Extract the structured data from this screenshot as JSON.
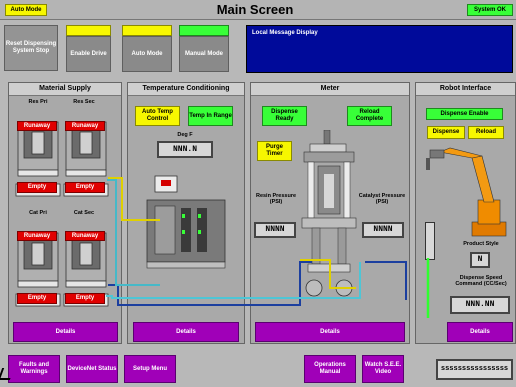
{
  "header": {
    "title": "Main Screen",
    "auto_mode_badge": "Auto Mode",
    "status_badge": "System OK"
  },
  "top_controls": {
    "reset": "Reset Dispensing System Stop",
    "enable_drive": "Enable Drive",
    "auto_mode": "Auto Mode",
    "manual_mode": "Manual Mode",
    "message_label": "Local Message Display"
  },
  "material_supply": {
    "title": "Material Supply",
    "res_pri": "Res Pri",
    "res_sec": "Res Sec",
    "cat_pri": "Cat Pri",
    "cat_sec": "Cat Sec",
    "runaway": "Runaway",
    "empty": "Empty",
    "details": "Details"
  },
  "temperature": {
    "title": "Temperature Conditioning",
    "auto_temp": "Auto Temp Control",
    "temp_range": "Temp In Range",
    "deg_label": "Deg F",
    "deg_value": "NNN.N",
    "details": "Details"
  },
  "meter": {
    "title": "Meter",
    "dispense_ready": "Dispense Ready",
    "reload_complete": "Reload Complete",
    "purge_timer": "Purge Timer",
    "resin_pressure": "Resin Pressure (PSI)",
    "catalyst_pressure": "Catalyst Pressure (PSI)",
    "resin_value": "NNNN",
    "catalyst_value": "NNNN",
    "details": "Details"
  },
  "robot": {
    "title": "Robot Interface",
    "dispense_enable": "Dispense Enable",
    "dispense": "Dispense",
    "reload": "Reload",
    "product_style": "Product Style",
    "product_value": "N",
    "speed_label": "Dispense Speed Command (CC/Sec)",
    "speed_value": "NNN.NN",
    "details": "Details"
  },
  "footer": {
    "faults": "Faults and Warnings",
    "devicenet": "DeviceNet Status",
    "setup": "Setup Menu",
    "operations": "Operations Manual",
    "video": "Watch S.E.E. Video",
    "status_field": "ssssssssssssssss"
  }
}
